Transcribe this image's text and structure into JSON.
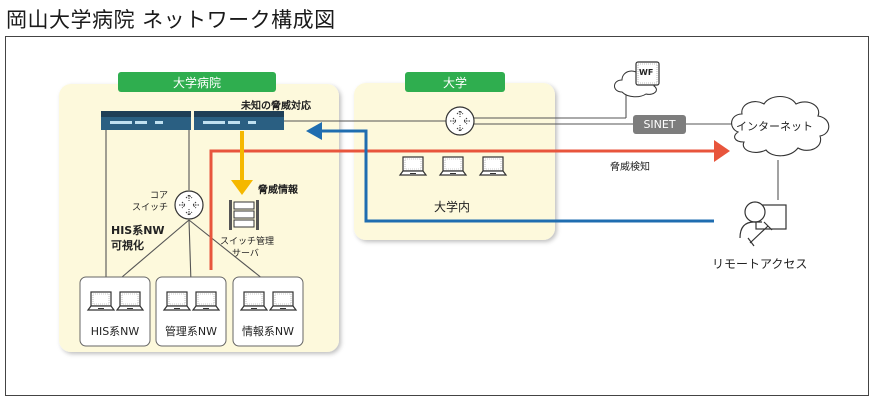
{
  "title": "岡山大学病院 ネットワーク構成図",
  "zones": {
    "hospital": {
      "label": "大学病院"
    },
    "university": {
      "label": "大学"
    }
  },
  "labels": {
    "unknown_threat": "未知の脅威対応",
    "threat_info": "脅威情報",
    "core_switch_line1": "コア",
    "core_switch_line2": "スイッチ",
    "his_visual_line1": "HIS系NW",
    "his_visual_line2": "可視化",
    "switch_mgmt_line1": "スイッチ管理",
    "switch_mgmt_line2": "サーバ",
    "campus": "大学内",
    "threat_detect": "脅威検知",
    "sinet": "SINET",
    "internet": "インターネット",
    "wf": "WF",
    "remote_access": "リモートアクセス"
  },
  "segments": [
    {
      "label": "HIS系NW"
    },
    {
      "label": "管理系NW"
    },
    {
      "label": "情報系NW"
    }
  ],
  "colors": {
    "zone_fill": "#fdf9dc",
    "zone_label": "#2fae4f",
    "threat_arrow": "#e8553c",
    "remote_arrow": "#1f6db0",
    "info_arrow": "#f5b800",
    "sinet_badge": "#7d7d7d",
    "switch_body": "#2a5f82"
  }
}
